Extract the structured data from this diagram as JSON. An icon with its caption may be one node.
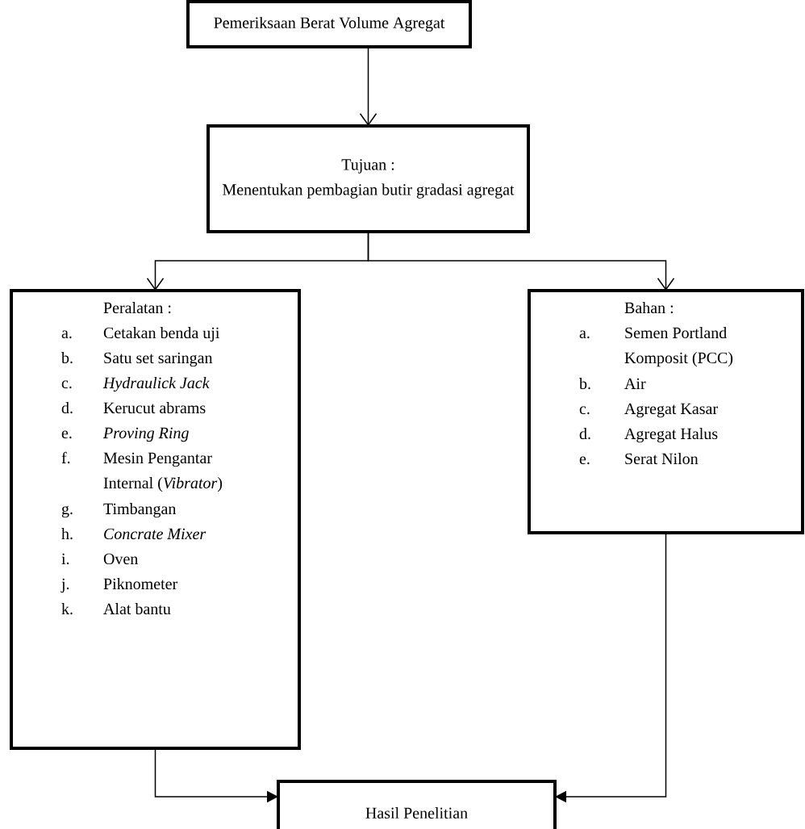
{
  "diagram": {
    "nodes": [
      {
        "text": [
          "Pemeriksaan Berat Volume Agregat"
        ]
      },
      {
        "text": [
          "Tujuan :",
          "Menentukan pembagian butir gradasi agregat"
        ]
      },
      {
        "text": [
          "Peralatan :",
          "a.",
          "Cetakan benda uji",
          "b.",
          "Satu set saringan",
          "c.",
          "*Hydraulick Jack*",
          "d.",
          "Kerucut abrams",
          "e.",
          "*Proving Ring*",
          "f.",
          "Mesin Pengantar Internal (*Vibrator*)",
          "g.",
          "Timbangan",
          "h.",
          "*Concrate Mixer*",
          "i.",
          "Oven",
          "j.",
          "Piknometer",
          "k.",
          "Alat bantu"
        ]
      },
      {
        "text": [
          "Bahan :",
          "a.",
          "Semen Portland Komposit (PCC)",
          "b.",
          "Air",
          "c.",
          "Agregat Kasar",
          "d.",
          "Agregat Halus",
          "e.",
          "Serat Nilon"
        ]
      },
      {
        "text": [
          "Hasil Penelitian"
        ]
      }
    ],
    "edges": [
      {
        "from": 0,
        "to": 1,
        "arrow": "to"
      },
      {
        "from": 1,
        "to": 2,
        "arrow": "to"
      },
      {
        "from": 1,
        "to": 3,
        "arrow": "to"
      },
      {
        "from": 2,
        "to": 4,
        "arrow": "to"
      },
      {
        "from": 3,
        "to": 4,
        "arrow": "to"
      }
    ]
  }
}
